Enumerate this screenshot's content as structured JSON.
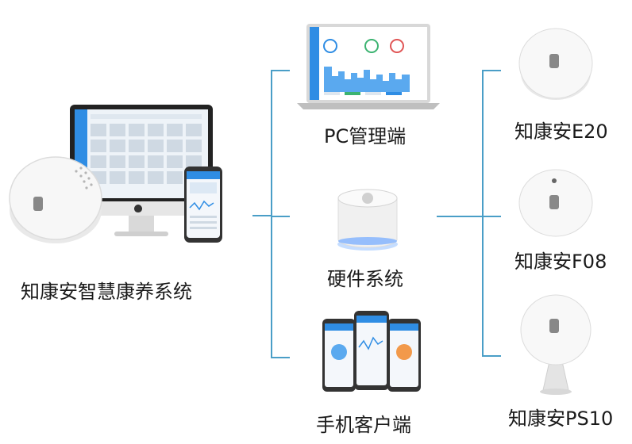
{
  "system": {
    "title": "知康安智慧康养系统"
  },
  "branches": [
    {
      "label": "PC管理端"
    },
    {
      "label": "硬件系统"
    },
    {
      "label": "手机客户端"
    }
  ],
  "devices": [
    {
      "label": "知康安E20"
    },
    {
      "label": "知康安F08"
    },
    {
      "label": "知康安PS10"
    }
  ],
  "colors": {
    "connector": "#4a9ec7",
    "screen_accent": "#2f8de4",
    "text": "#1a1a1a"
  }
}
